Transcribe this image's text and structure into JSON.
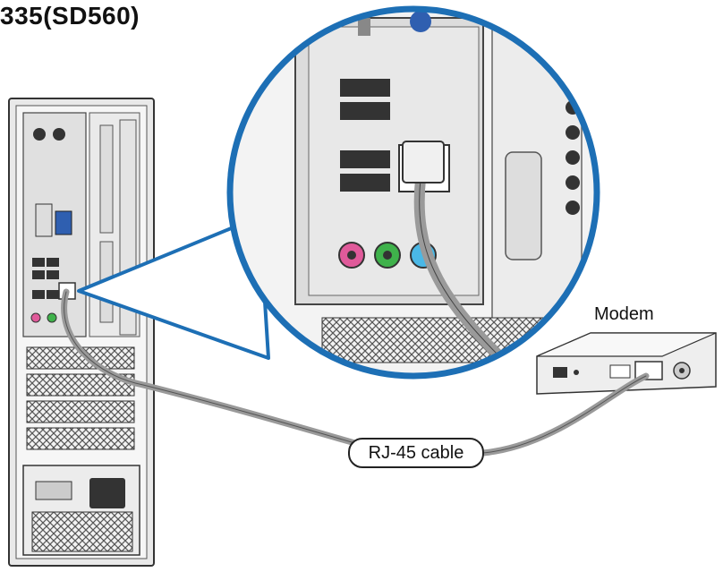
{
  "title": "335(SD560)",
  "labels": {
    "modem": "Modem",
    "cable": "RJ-45 cable"
  },
  "colors": {
    "callout_border": "#1d6fb5",
    "cable": "#9a9a9a",
    "audio_pink": "#e05a9a",
    "audio_green": "#3fb24b",
    "audio_blue": "#4ab8e6",
    "vga_blue": "#2f5fb0"
  }
}
